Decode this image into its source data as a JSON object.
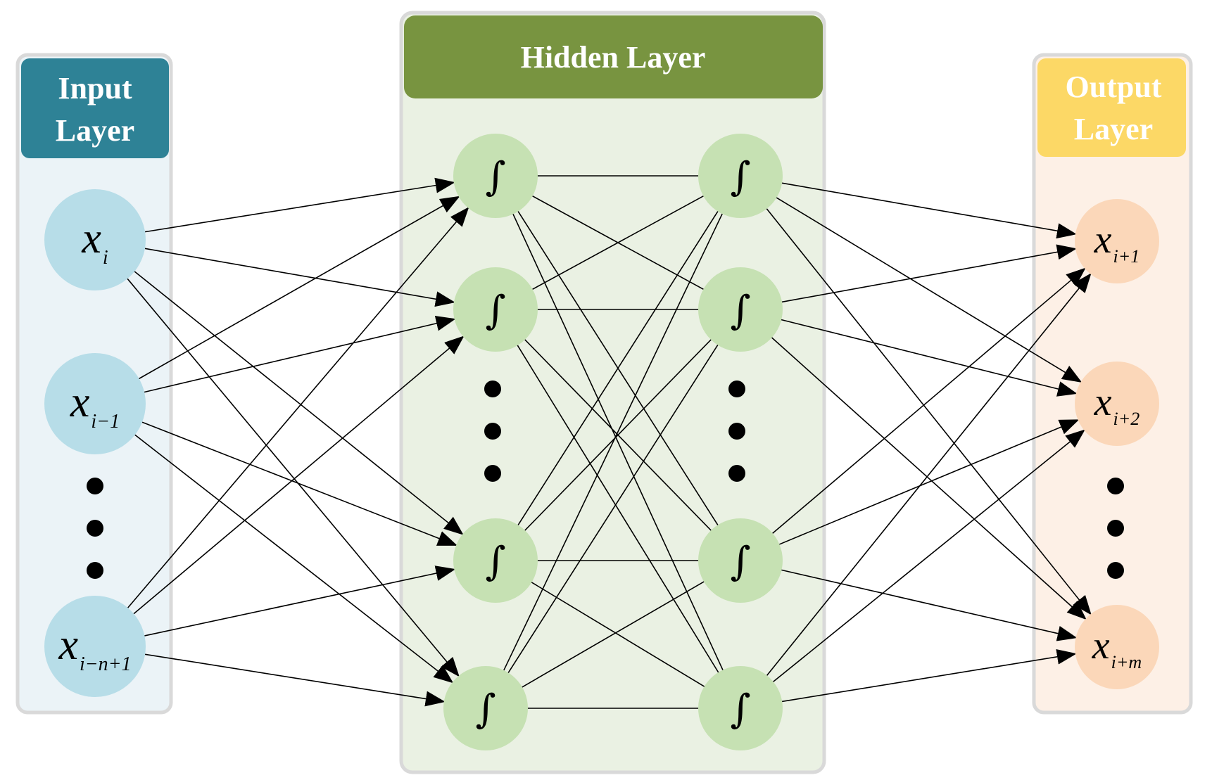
{
  "colors": {
    "input_header": "#2e8296",
    "input_panel": "#ebf3f7",
    "input_node": "#b7dde8",
    "hidden_header": "#789440",
    "hidden_panel": "#eaf1e3",
    "hidden_node": "#c6e1b3",
    "output_header": "#fcd866",
    "output_panel": "#fdf0e6",
    "output_node": "#fbd7b9",
    "header_text": "#ffffff"
  },
  "input_layer": {
    "title_line1": "Input",
    "title_line2": "Layer",
    "nodes": [
      {
        "base": "x",
        "sub": "i"
      },
      {
        "base": "x",
        "sub": "i−1"
      },
      {
        "base": "x",
        "sub": "i−n+1"
      }
    ]
  },
  "hidden_layer": {
    "title": "Hidden Layer",
    "node_symbol": "∫"
  },
  "output_layer": {
    "title_line1": "Output",
    "title_line2": "Layer",
    "nodes": [
      {
        "base": "x",
        "sub": "i+1"
      },
      {
        "base": "x",
        "sub": "i+2"
      },
      {
        "base": "x",
        "sub": "i+m"
      }
    ]
  }
}
